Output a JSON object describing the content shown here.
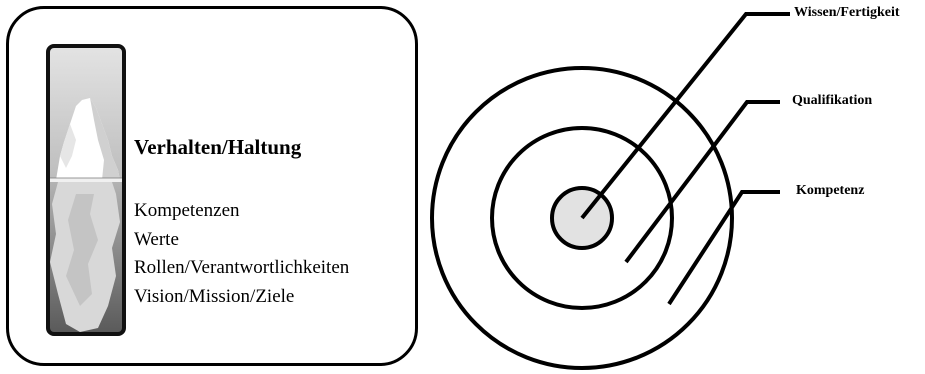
{
  "iceberg_panel": {
    "above_water_label": "Verhalten/Haltung",
    "below_water_items": [
      "Kompetenzen",
      "Werte",
      "Rollen/Verantwortlichkeiten",
      "Vision/Mission/Ziele"
    ]
  },
  "ring_diagram": {
    "labels": {
      "inner": "Wissen/Fertigkeit",
      "middle": "Qualifikation",
      "outer": "Kompetenz"
    },
    "colors": {
      "core_fill": "#e2e2e2",
      "stroke": "#000000"
    }
  },
  "iceberg_colors": {
    "sky_top": "#e4e4e4",
    "sky_bottom": "#bdbdbd",
    "water_top": "#b4b4b4",
    "water_bottom": "#585858",
    "ice": "#ffffff",
    "ice_shadow": "#cfcfcf",
    "submerged_ice": "#d8d8d8"
  }
}
